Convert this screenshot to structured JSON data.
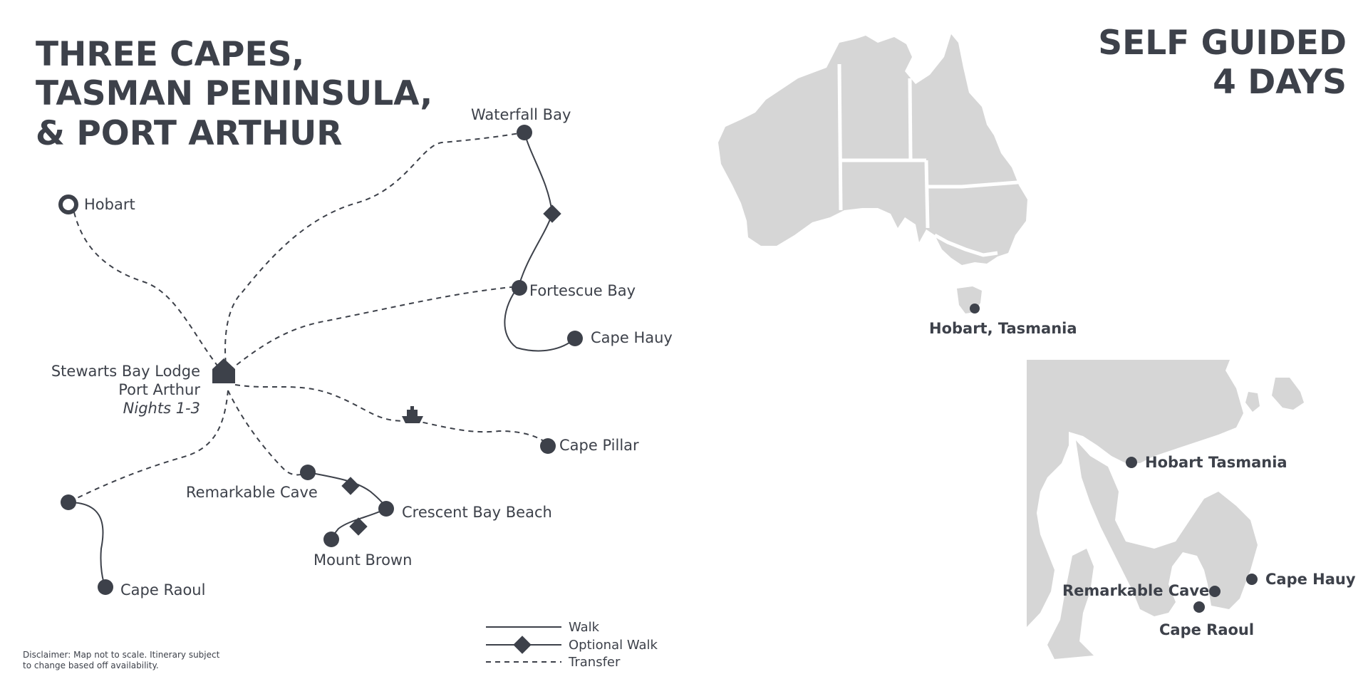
{
  "title": {
    "line1": "THREE CAPES,",
    "line2": "TASMAN PENINSULA,",
    "line3": "& PORT ARTHUR"
  },
  "badge": {
    "line1": "SELF GUIDED",
    "line2": "4 DAYS"
  },
  "route_map": {
    "places": {
      "hobart": "Hobart",
      "waterfall_bay": "Waterfall Bay",
      "fortescue_bay": "Fortescue Bay",
      "cape_hauy": "Cape Hauy",
      "cape_pillar": "Cape Pillar",
      "remarkable_cave": "Remarkable Cave",
      "crescent_bay_beach": "Crescent Bay Beach",
      "mount_brown": "Mount Brown",
      "cape_raoul": "Cape Raoul"
    },
    "lodge": {
      "name": "Stewarts Bay Lodge",
      "location": "Port Arthur",
      "nights": "Nights 1-3"
    }
  },
  "legend": {
    "walk": "Walk",
    "optional_walk": "Optional Walk",
    "transfer": "Transfer"
  },
  "australia_map": {
    "marker_label": "Hobart, Tasmania"
  },
  "tasmania_inset": {
    "labels": {
      "hobart": "Hobart Tasmania",
      "cape_hauy": "Cape Hauy",
      "remarkable_cave": "Remarkable Cave",
      "cape_raoul": "Cape Raoul"
    }
  },
  "disclaimer": {
    "line1": "Disclaimer: Map not to scale. Itinerary subject",
    "line2": "to change based off availability."
  },
  "colors": {
    "ink": "#3d414a",
    "land": "#d6d6d6",
    "background": "#ffffff"
  }
}
